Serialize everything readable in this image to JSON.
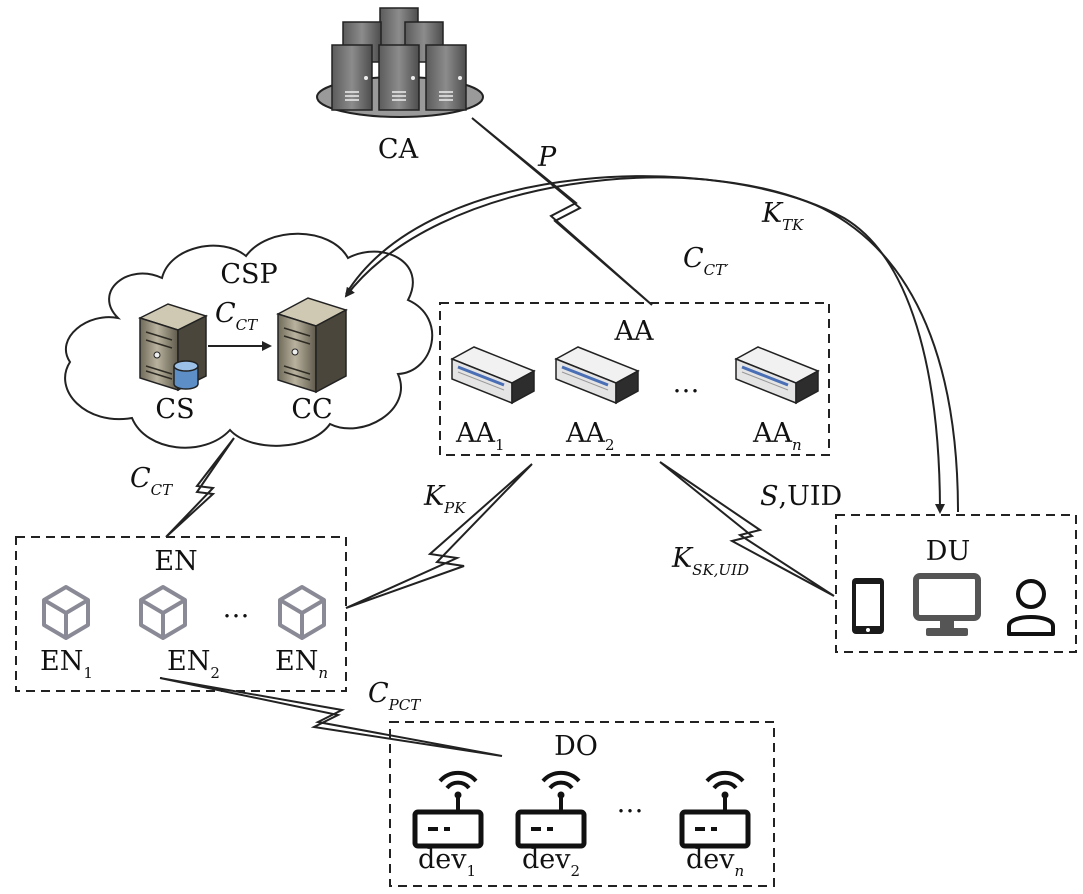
{
  "nodes": {
    "ca": "CA",
    "csp": "CSP",
    "cs": "CS",
    "cc": "CC",
    "aa": "AA",
    "en": "EN",
    "du": "DU",
    "do": "DO",
    "ellipsis": "…"
  },
  "aa_items": [
    {
      "base": "AA",
      "sub": "1"
    },
    {
      "base": "AA",
      "sub": "2"
    },
    {
      "base": "AA",
      "sub": "n"
    }
  ],
  "en_items": [
    {
      "base": "EN",
      "sub": "1"
    },
    {
      "base": "EN",
      "sub": "2"
    },
    {
      "base": "EN",
      "sub": "n"
    }
  ],
  "dev_items": [
    {
      "base": "dev",
      "sub": "1"
    },
    {
      "base": "dev",
      "sub": "2"
    },
    {
      "base": "dev",
      "sub": "n"
    }
  ],
  "edges": {
    "p": "P",
    "ktk": {
      "base": "K",
      "sub": "TK"
    },
    "cct_prime": {
      "base": "C",
      "sub": "CT′"
    },
    "cct_inner": {
      "base": "C",
      "sub": "CT"
    },
    "cct_en": {
      "base": "C",
      "sub": "CT"
    },
    "kpk": {
      "base": "K",
      "sub": "PK"
    },
    "s_uid": {
      "italic": "S",
      "rest": ",UID"
    },
    "ksk": {
      "base": "K",
      "sub": "SK,UID"
    },
    "cpct": {
      "base": "C",
      "sub": "PCT"
    }
  },
  "icons": {
    "ca": "server-cluster-icon",
    "cs": "database-server-icon",
    "cc": "server-tower-icon",
    "aa": "network-switch-icon",
    "en": "cube-icon",
    "do": "router-icon",
    "du_phone": "smartphone-icon",
    "du_monitor": "monitor-icon",
    "du_user": "user-icon"
  },
  "colors": {
    "line": "#222222",
    "server": "#8a8270",
    "server_dark": "#3d3a33",
    "switch": "#e9e9e9",
    "switch_dark": "#2d2d2d",
    "cube": "#8a8a96",
    "storage": "#5d8fc6",
    "ca_plate": "#9a9a9a"
  }
}
